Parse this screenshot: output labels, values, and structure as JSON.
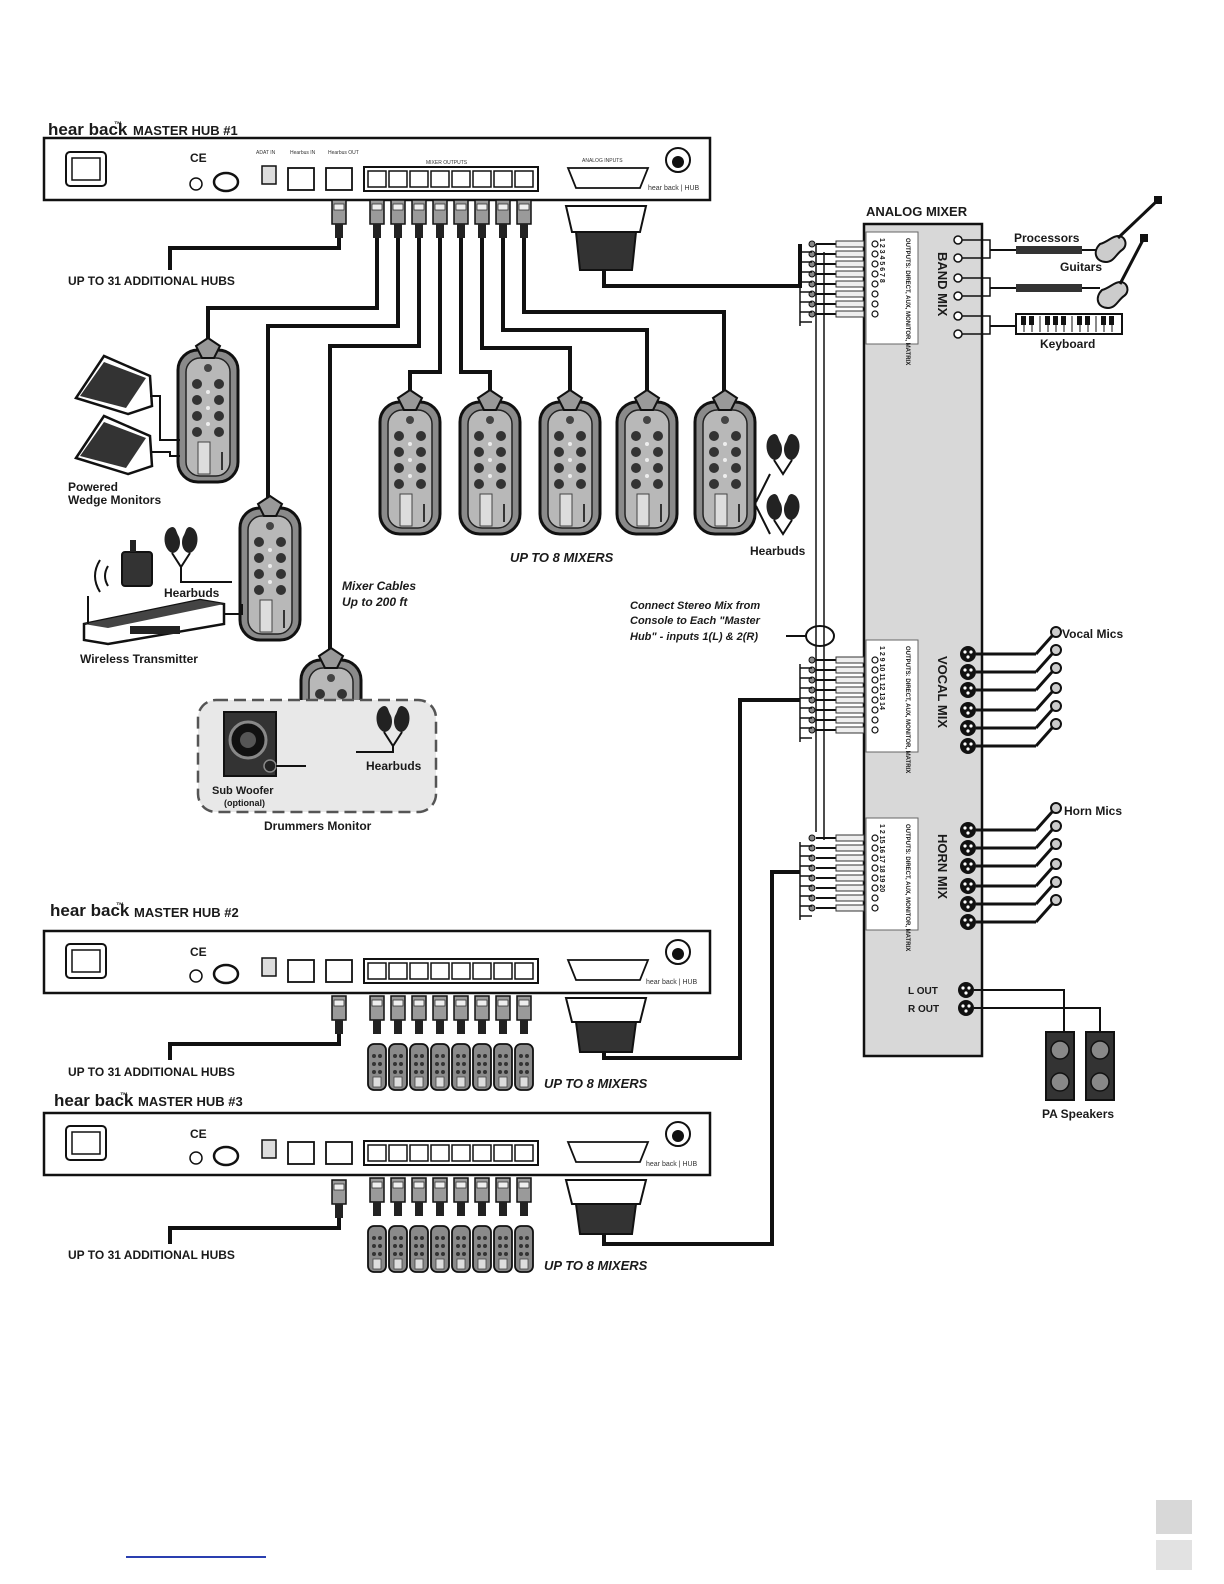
{
  "hubs": [
    {
      "brand": "hear back",
      "tm": "™",
      "title": "MASTER HUB #1",
      "additional": "UP TO 31 ADDITIONAL HUBS"
    },
    {
      "brand": "hear back",
      "tm": "™",
      "title": "MASTER HUB #2",
      "additional": "UP TO 31 ADDITIONAL HUBS",
      "mixers": "UP TO 8 MIXERS"
    },
    {
      "brand": "hear back",
      "tm": "™",
      "title": "MASTER HUB #3",
      "additional": "UP TO 31 ADDITIONAL HUBS",
      "mixers": "UP TO 8 MIXERS"
    }
  ],
  "hub_panel": {
    "mixer_outputs": "MIXER OUTPUTS",
    "analog_inputs": "ANALOG INPUTS",
    "adat_in": "ADAT IN",
    "hearbus_in": "Hearbus IN",
    "hearbus_out": "Hearbus OUT",
    "hub_logo": "hear back | HUB",
    "ce": "CE"
  },
  "analog_mixer": {
    "title": "ANALOG MIXER",
    "outputs_label": "OUTPUTS: DIRECT, AUX, MONITOR, MATRIX",
    "sections": [
      {
        "name": "BAND MIX",
        "channels": "1 2 3 4 5 6 7 8"
      },
      {
        "name": "VOCAL MIX",
        "channels": "1 2 9 10 11 12 13 14"
      },
      {
        "name": "HORN MIX",
        "channels": "1 2 15 16 17 18 19 20"
      }
    ],
    "l_out": "L OUT",
    "r_out": "R OUT"
  },
  "sources": {
    "processors": "Processors",
    "guitars": "Guitars",
    "keyboard": "Keyboard",
    "vocal_mics": "Vocal Mics",
    "horn_mics": "Horn Mics",
    "pa_speakers": "PA Speakers"
  },
  "monitors": {
    "powered_wedge": [
      "Powered",
      "Wedge Monitors"
    ],
    "hearbuds": "Hearbuds",
    "wireless_transmitter": "Wireless Transmitter",
    "sub_woofer": "Sub Woofer",
    "optional": "(optional)",
    "drummers_monitor": "Drummers Monitor",
    "mixer_cables": [
      "Mixer Cables",
      "Up to 200 ft"
    ],
    "up_to_8_mixers": "UP TO 8 MIXERS",
    "stereo_note": [
      "Connect Stereo Mix from",
      "Console to Each \"Master",
      "Hub\" - inputs 1(L) & 2(R)"
    ]
  }
}
